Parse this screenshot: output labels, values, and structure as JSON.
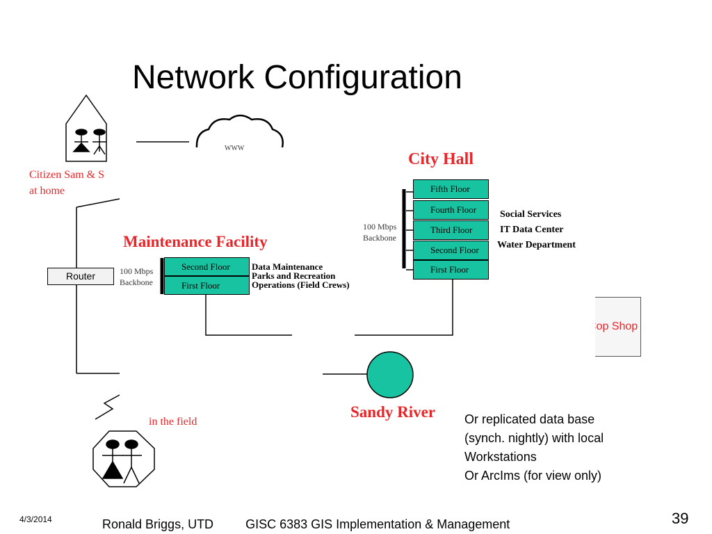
{
  "title": "Network Configuration",
  "citizen_label": [
    "Citizen Sam & S",
    "at home"
  ],
  "router_label": "Router",
  "cop_shop_label": "Cop Shop",
  "field_label": "in the field",
  "cloud_label": "WWW",
  "city_hall": {
    "title": "City Hall",
    "floors": [
      "Fifth Floor",
      "Fourth Floor",
      "Third Floor",
      "Second Floor",
      "First Floor"
    ],
    "backbone": [
      "100 Mbps",
      "Backbone"
    ],
    "departments": [
      "Social Services",
      "IT Data Center",
      "Water Department"
    ]
  },
  "maintenance": {
    "title": "Maintenance Facility",
    "floors": [
      "Second Floor",
      "First Floor"
    ],
    "backbone": [
      "100 Mbps",
      "Backbone"
    ],
    "departments": [
      "Data Maintenance",
      "Parks and Recreation",
      "Operations (Field Crews)"
    ]
  },
  "sandy_river": "Sandy River",
  "replica_lines": [
    "Or replicated data base",
    "(synch. nightly) with local",
    "Workstations",
    "Or ArcIms (for view only)"
  ],
  "footer": {
    "date": "4/3/2014",
    "author": "Ronald Briggs, UTD",
    "course": "GISC 6383 GIS Implementation & Management",
    "page": "39"
  },
  "colors": {
    "accent_red": "#e8262a",
    "floor_green": "#17c3a1"
  }
}
